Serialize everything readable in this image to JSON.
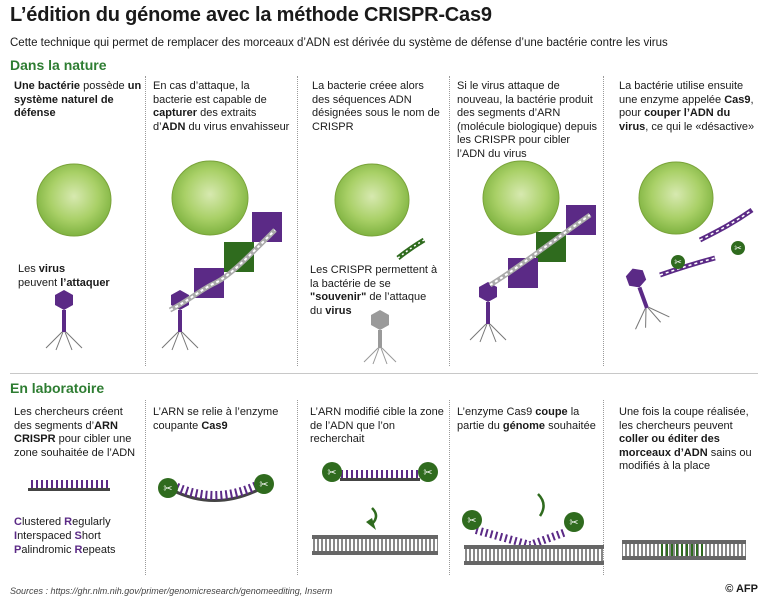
{
  "title": "L’édition du génome avec la méthode CRISPR-Cas9",
  "subtitle": "Cette technique qui permet de remplacer des morceaux d’ADN est dérivée du système de défense d’une bactérie contre les virus",
  "nature": {
    "heading": "Dans la nature",
    "p1": {
      "b1": "Une bactérie",
      "t1": " possède ",
      "b2": "un système naturel de défense",
      "v1": "Les ",
      "vb1": "virus",
      "v2": " peuvent ",
      "vb2": "l’attaquer"
    },
    "p2": {
      "t1": "En cas d’attaque, la bacterie est capable de ",
      "b1": "capturer",
      "t2": " des extraits d’",
      "b2": "ADN",
      "t3": " du virus envahisseur"
    },
    "p3": {
      "t1": "La bacterie créee alors des séquences ADN désignées sous le nom de CRISPR",
      "s1": "Les CRISPR permettent à la bactérie de se ",
      "sb1": "\"souvenir\"",
      "s2": " de l’attaque du ",
      "sb2": "virus"
    },
    "p4": {
      "t1": "Si le virus attaque de nouveau, la bactérie produit des segments d’ARN (molécule biologique) depuis les CRISPR pour cibler l’ADN du virus"
    },
    "p5": {
      "t1": "La bactérie utilise ensuite une enzyme appelée ",
      "b1": "Cas9",
      "t2": ", pour ",
      "b2": "couper l’ADN du virus",
      "t3": ", ce qui le «désactive»"
    }
  },
  "lab": {
    "heading": "En laboratoire",
    "p1": {
      "t1": "Les chercheurs créent des segments d’",
      "b1": "ARN CRISPR",
      "t2": " pour cibler une zone souhaitée de l’ADN"
    },
    "acronym": {
      "w1l": "C",
      "w1": "lustered ",
      "w2l": "R",
      "w2": "egularly",
      "w3l": "I",
      "w3": "nterspaced ",
      "w4l": "S",
      "w4": "hort",
      "w5l": "P",
      "w5": "alindromic ",
      "w6l": "R",
      "w6": "epeats"
    },
    "p2": {
      "t1": "L’ARN se relie à l’enzyme coupante ",
      "b1": "Cas9"
    },
    "p3": {
      "t1": "L’ARN modifié cible la zone de l’ADN que l’on recherchait"
    },
    "p4": {
      "t1": "L’enzyme Cas9 ",
      "b1": "coupe",
      "t2": " la partie du ",
      "b2": "génome",
      "t3": " souhaitée"
    },
    "p5": {
      "t1": "Une fois la coupe réalisée, les chercheurs peuvent ",
      "b1": "coller ou éditer des morceaux d’ADN",
      "t2": " sains ou modifiés à la place"
    }
  },
  "sources": "Sources : https://ghr.nlm.nih.gov/primer/genomicresearch/genomeediting, Inserm",
  "credit": "© AFP",
  "colors": {
    "green": "#2e7d32",
    "purple": "#5b2a86",
    "darkgreen": "#2f6b1e",
    "bacteria": "#9cc85a"
  }
}
